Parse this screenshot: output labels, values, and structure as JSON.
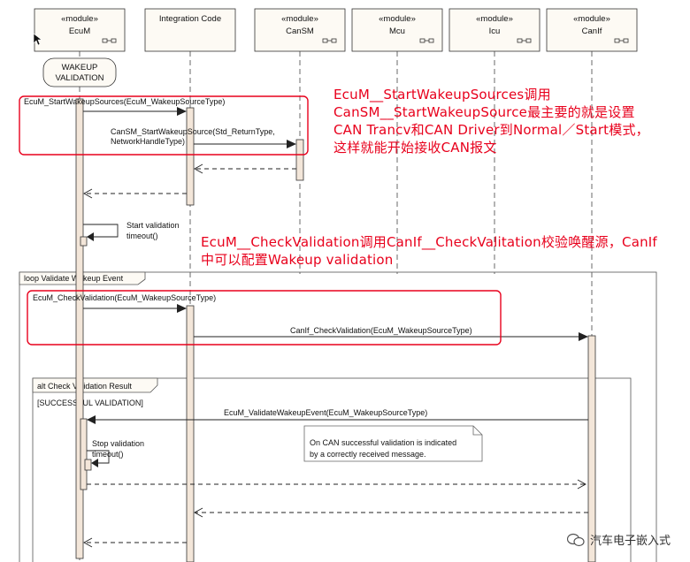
{
  "lifelines": [
    {
      "stereotype": "«module»",
      "name": "EcuM",
      "component_icon": true
    },
    {
      "stereotype": "",
      "name": "Integration Code",
      "component_icon": false
    },
    {
      "stereotype": "«module»",
      "name": "CanSM",
      "component_icon": true
    },
    {
      "stereotype": "«module»",
      "name": "Mcu",
      "component_icon": true
    },
    {
      "stereotype": "«module»",
      "name": "Icu",
      "component_icon": true
    },
    {
      "stereotype": "«module»",
      "name": "CanIf",
      "component_icon": true
    }
  ],
  "state": {
    "line1": "WAKEUP",
    "line2": "VALIDATION"
  },
  "messages": {
    "start_wakeup_sources": "EcuM_StartWakeupSources(EcuM_WakeupSourceType)",
    "cansm_start_line1": "CanSM_StartWakeupSource(Std_ReturnType,",
    "cansm_start_line2": "NetworkHandleType)",
    "start_validation_line1": "Start validation",
    "start_validation_line2": "timeout()",
    "check_validation": "EcuM_CheckValidation(EcuM_WakeupSourceType)",
    "canif_check_validation": "CanIf_CheckValidation(EcuM_WakeupSourceType)",
    "validate_wakeup_event": "EcuM_ValidateWakeupEvent(EcuM_WakeupSourceType)",
    "stop_validation_line1": "Stop validation",
    "stop_validation_line2": "timeout()"
  },
  "fragments": {
    "loop_label": "loop Validate Wakeup Event",
    "alt_label": "alt Check Validation Result",
    "alt_guard": "[SUCCESSFUL VALIDATION]"
  },
  "note": {
    "line1": "On CAN successful validation is indicated",
    "line2": "by a correctly received message."
  },
  "annotations": {
    "first": "EcuM__StartWakeupSources调用CanSM__StartWakeupSource最主要的就是设置CAN  Trancv和CAN  Driver到Normal／Start模式，这样就能开始接收CAN报文",
    "second": "EcuM__CheckValidation调用CanIf__CheckValitation校验唤醒源，CanIf中可以配置Wakeup  validation"
  },
  "watermark": "汽车电子嵌入式",
  "colors": {
    "activation_fill": "#f3e6d9",
    "highlight_red": "#e8001c",
    "header_fill": "#fdfaf4",
    "note_fill": "#ffffff"
  }
}
